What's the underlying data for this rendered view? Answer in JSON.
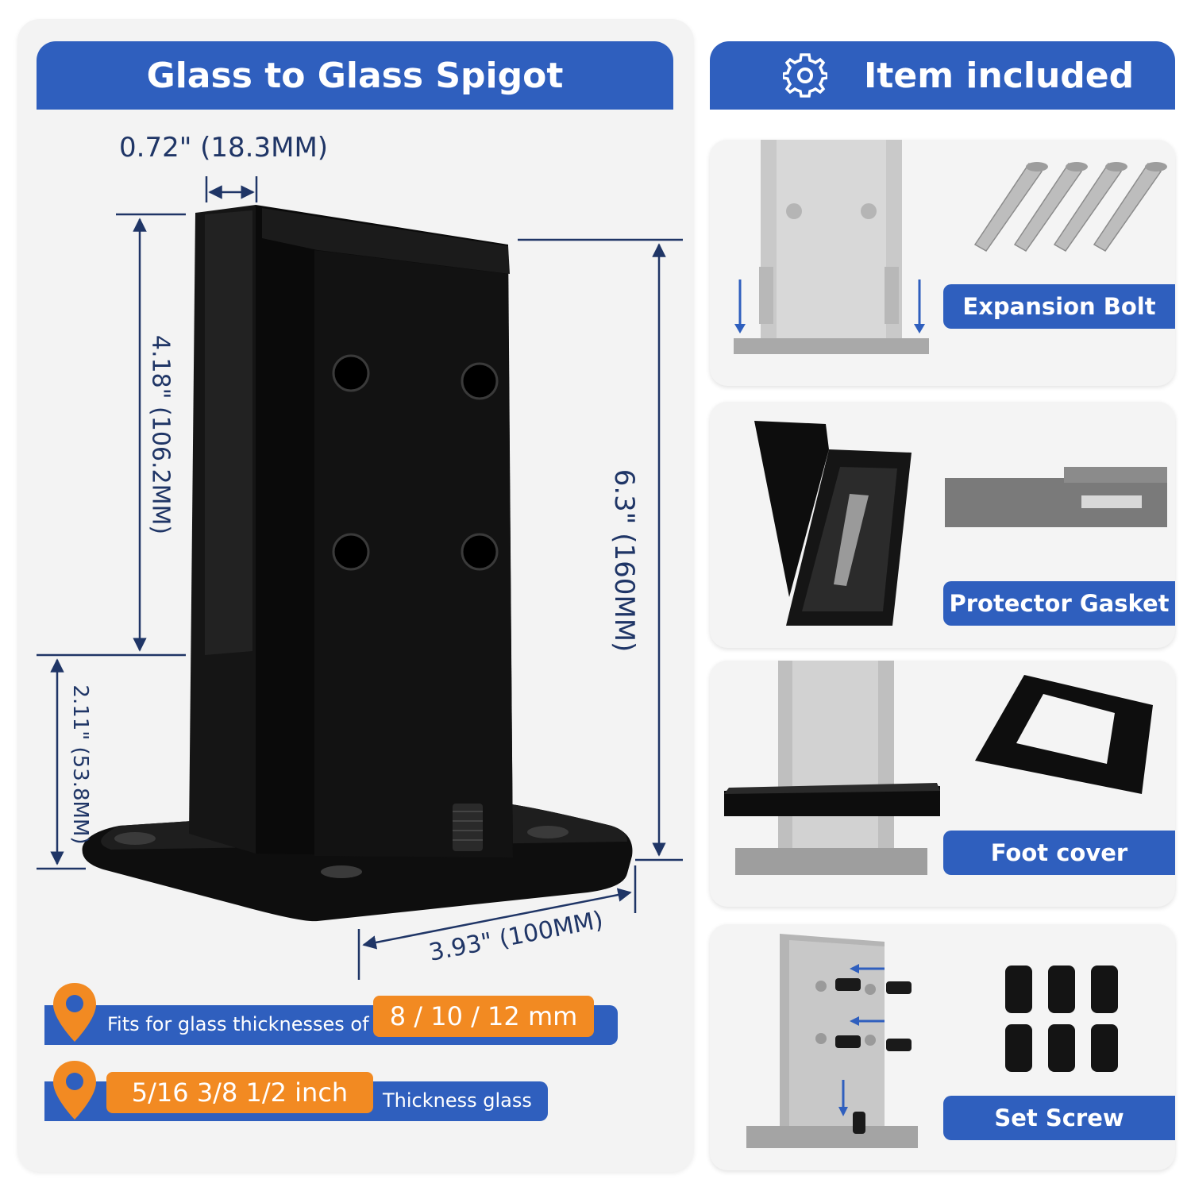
{
  "left_panel": {
    "title": "Glass to Glass Spigot",
    "dimensions": {
      "slot_width": "0.72\" (18.3MM)",
      "slot_height": "4.18\" (106.2MM)",
      "base_height": "2.11\" (53.8MM)",
      "total_height": "6.3\" (160MM)",
      "base_width": "3.93\" (100MM)"
    },
    "fit_metric": {
      "label": "Fits for glass thicknesses of",
      "value": "8 / 10 / 12 mm"
    },
    "fit_imperial": {
      "value": "5/16  3/8  1/2 inch",
      "label": "Thickness glass"
    }
  },
  "right_panel": {
    "title": "Item included",
    "icon": "gear-icon",
    "items": [
      {
        "label": "Expansion Bolt"
      },
      {
        "label": "Protector Gasket"
      },
      {
        "label": "Foot cover"
      },
      {
        "label": "Set Screw"
      }
    ]
  },
  "colors": {
    "brand_blue": "#2f5fbe",
    "accent_orange": "#f28a22",
    "dimension_navy": "#1f3566",
    "product_black": "#111111"
  }
}
